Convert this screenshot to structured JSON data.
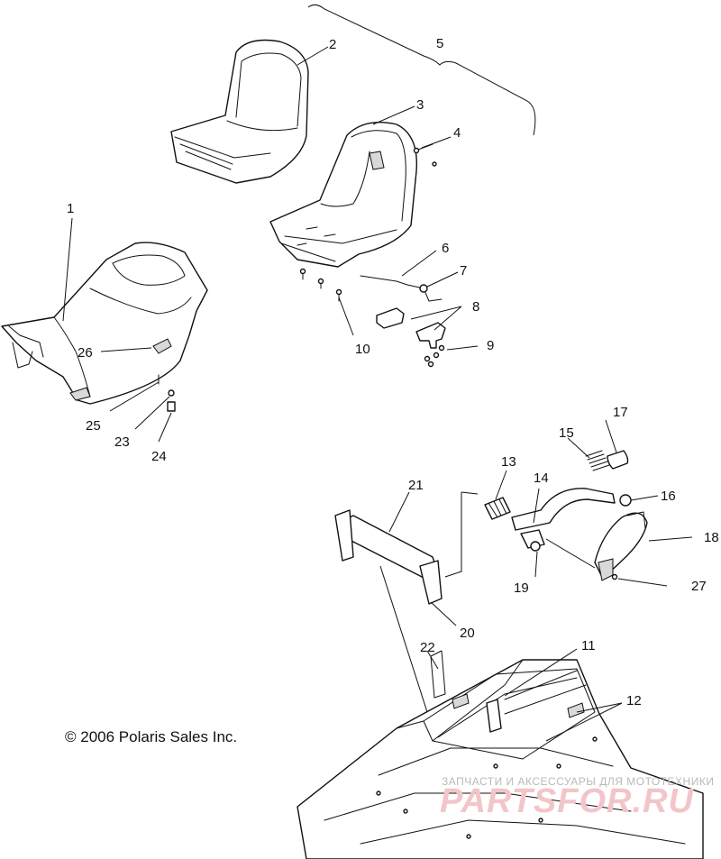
{
  "diagram": {
    "callouts": [
      {
        "id": "c1",
        "text": "1"
      },
      {
        "id": "c2",
        "text": "2"
      },
      {
        "id": "c3",
        "text": "3"
      },
      {
        "id": "c4",
        "text": "4"
      },
      {
        "id": "c5",
        "text": "5"
      },
      {
        "id": "c6",
        "text": "6"
      },
      {
        "id": "c7",
        "text": "7"
      },
      {
        "id": "c8",
        "text": "8"
      },
      {
        "id": "c9",
        "text": "9"
      },
      {
        "id": "c10",
        "text": "10"
      },
      {
        "id": "c11",
        "text": "11"
      },
      {
        "id": "c12",
        "text": "12"
      },
      {
        "id": "c13",
        "text": "13"
      },
      {
        "id": "c14",
        "text": "14"
      },
      {
        "id": "c15",
        "text": "15"
      },
      {
        "id": "c16",
        "text": "16"
      },
      {
        "id": "c17",
        "text": "17"
      },
      {
        "id": "c18",
        "text": "18"
      },
      {
        "id": "c19",
        "text": "19"
      },
      {
        "id": "c20",
        "text": "20"
      },
      {
        "id": "c21",
        "text": "21"
      },
      {
        "id": "c22",
        "text": "22"
      },
      {
        "id": "c23",
        "text": "23"
      },
      {
        "id": "c24",
        "text": "24"
      },
      {
        "id": "c25",
        "text": "25"
      },
      {
        "id": "c26",
        "text": "26"
      },
      {
        "id": "c27",
        "text": "27"
      }
    ],
    "copyright": "© 2006 Polaris Sales Inc.",
    "watermark": {
      "tagline": "ЗАПЧАСТИ И АКСЕССУАРЫ ДЛЯ МОТОТЕХНИКИ",
      "logo": "PARTSFOR.RU"
    }
  },
  "colors": {
    "line": "#111111",
    "background": "#ffffff",
    "watermark_logo": "#f2c6c9",
    "watermark_text": "#b9b9b9"
  }
}
